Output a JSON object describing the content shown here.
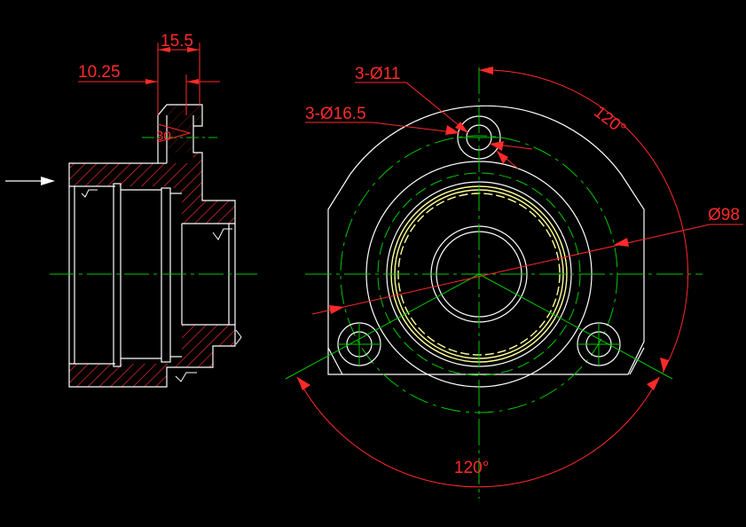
{
  "colors": {
    "background": "#000000",
    "outline": "#ffffff",
    "dimension": "#ff2a2a",
    "centerline": "#00c800",
    "hatch": "#ff3030",
    "thread": "#ffff99"
  },
  "dimensions": {
    "width_15_5": "15.5",
    "width_10_25": "10.25",
    "angle_30": "30",
    "holes_small": "3-Ø11",
    "holes_counterbore": "3-Ø16.5",
    "diameter_98": "Ø98",
    "angle_top": "120°",
    "angle_bottom": "120°"
  }
}
